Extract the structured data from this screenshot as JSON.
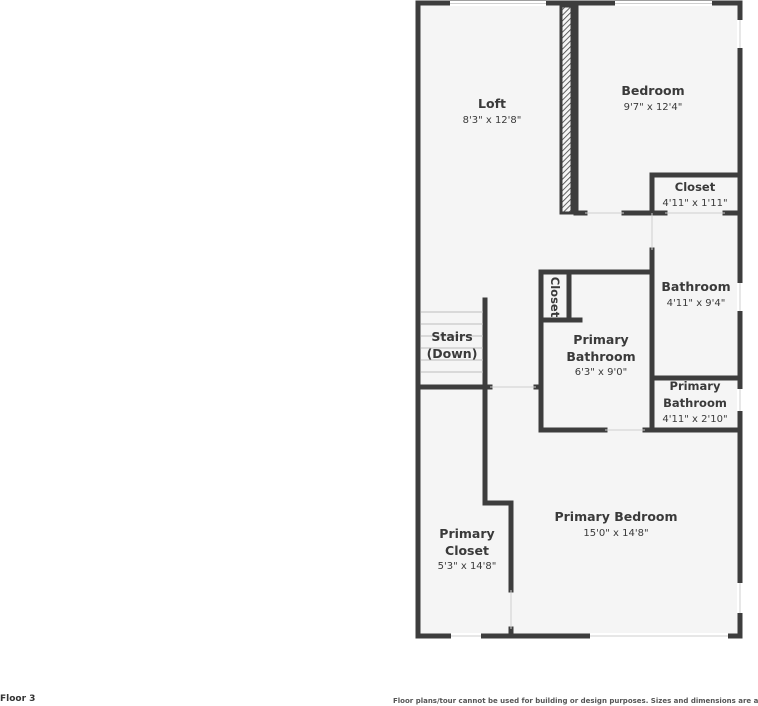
{
  "floor_label": "Floor 3",
  "disclaimer": "Floor plans/tour cannot be used for building or design purposes. Sizes and dimensions are approximat",
  "colors": {
    "wall": "#3d3d3d",
    "floor": "#f5f5f5",
    "opening": "#ffffff",
    "window": "#cfcfcf",
    "text": "#3a3a3a"
  },
  "rooms": {
    "loft": {
      "name": "Loft",
      "dims": "8'3\" x 12'8\""
    },
    "bedroom": {
      "name": "Bedroom",
      "dims": "9'7\" x 12'4\""
    },
    "closet_bed": {
      "name": "Closet",
      "dims": "4'11\" x 1'11\""
    },
    "bathroom": {
      "name": "Bathroom",
      "dims": "4'11\" x 9'4\""
    },
    "closet_small": {
      "name": "Closet"
    },
    "stairs": {
      "name_line1": "Stairs",
      "name_line2": "(Down)"
    },
    "primary_bath": {
      "name_line1": "Primary",
      "name_line2": "Bathroom",
      "dims": "6'3\" x 9'0\""
    },
    "primary_bath_small": {
      "name_line1": "Primary",
      "name_line2": "Bathroom",
      "dims": "4'11\" x 2'10\""
    },
    "primary_bedroom": {
      "name": "Primary Bedroom",
      "dims": "15'0\" x 14'8\""
    },
    "primary_closet": {
      "name_line1": "Primary",
      "name_line2": "Closet",
      "dims": "5'3\" x 14'8\""
    }
  }
}
